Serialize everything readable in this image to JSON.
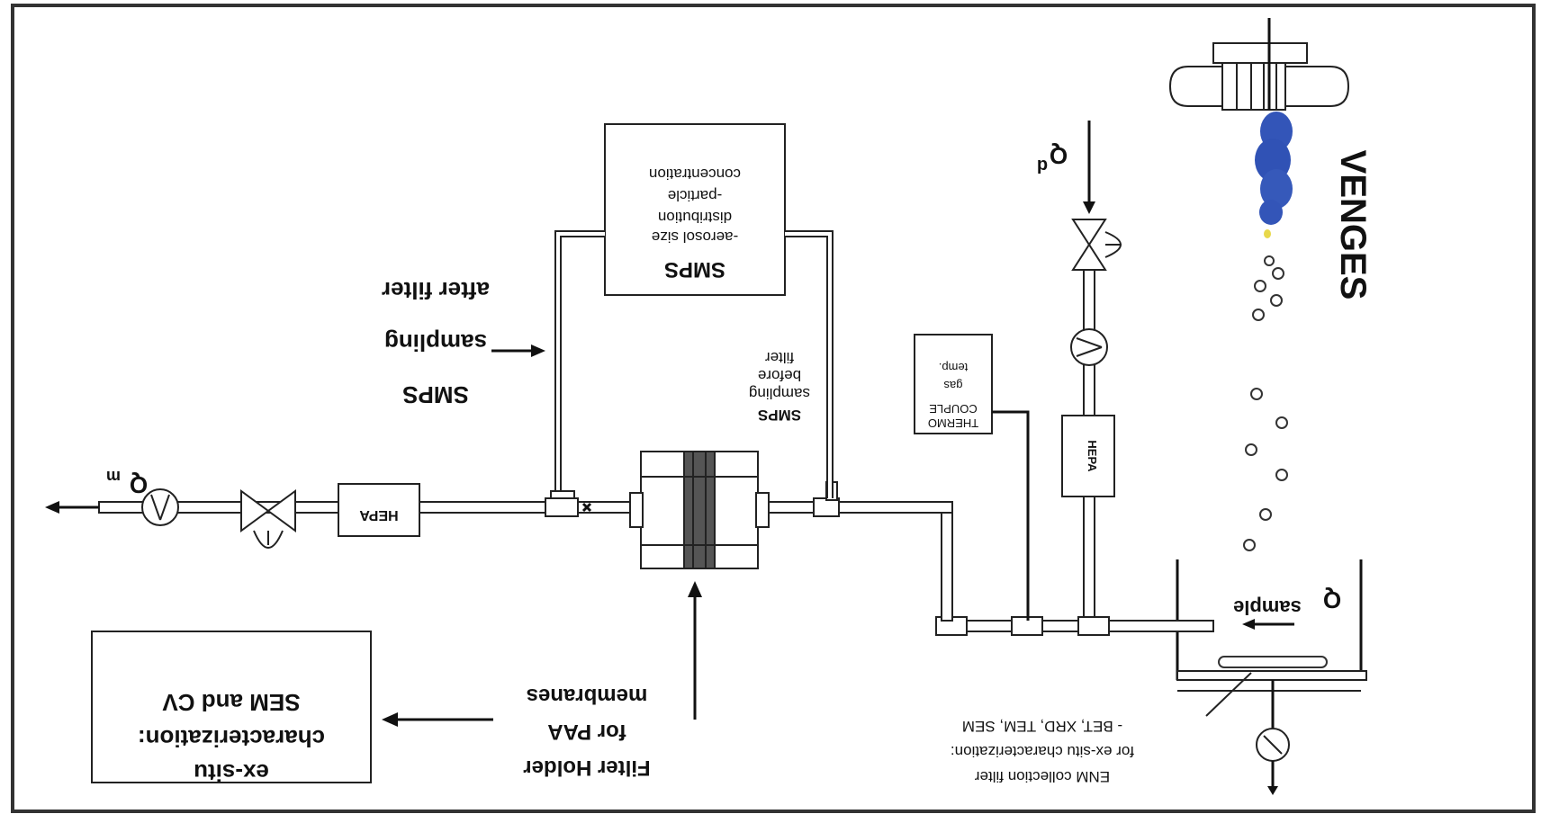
{
  "diagram": {
    "title": "VENGES",
    "labels": {
      "q_d": "Q",
      "q_d_sub": "d",
      "q_m": "Q",
      "q_m_sub": "m",
      "q_sample": "Q",
      "q_sample_sub": "sample",
      "hepa_main": "HEPA",
      "hepa_vertical": "HEPA",
      "thermocouple": [
        "THERMO",
        "COUPLE",
        "gas",
        "temp."
      ],
      "smps_box": [
        "SMPS",
        "-aerosol size",
        "distribution",
        "-particle",
        "concentration"
      ],
      "smps_after": [
        "SMPS",
        "sampling",
        "after filter"
      ],
      "smps_before": [
        "SMPS",
        "sampling",
        "before",
        "filter"
      ],
      "filter_holder": [
        "Filter Holder",
        "for PAA",
        "membranes"
      ],
      "exsitu_box": [
        "ex-situ",
        "characterization:",
        "SEM and CV"
      ],
      "enm_filter": [
        "ENM collection filter",
        "for ex-situ characterization:",
        "- BET, XRD, TEM, SEM"
      ]
    },
    "colors": {
      "line": "#222222",
      "plume": "#3355b8",
      "plume_tip": "#e8d84a",
      "border": "#333333",
      "background": "#ffffff"
    }
  }
}
